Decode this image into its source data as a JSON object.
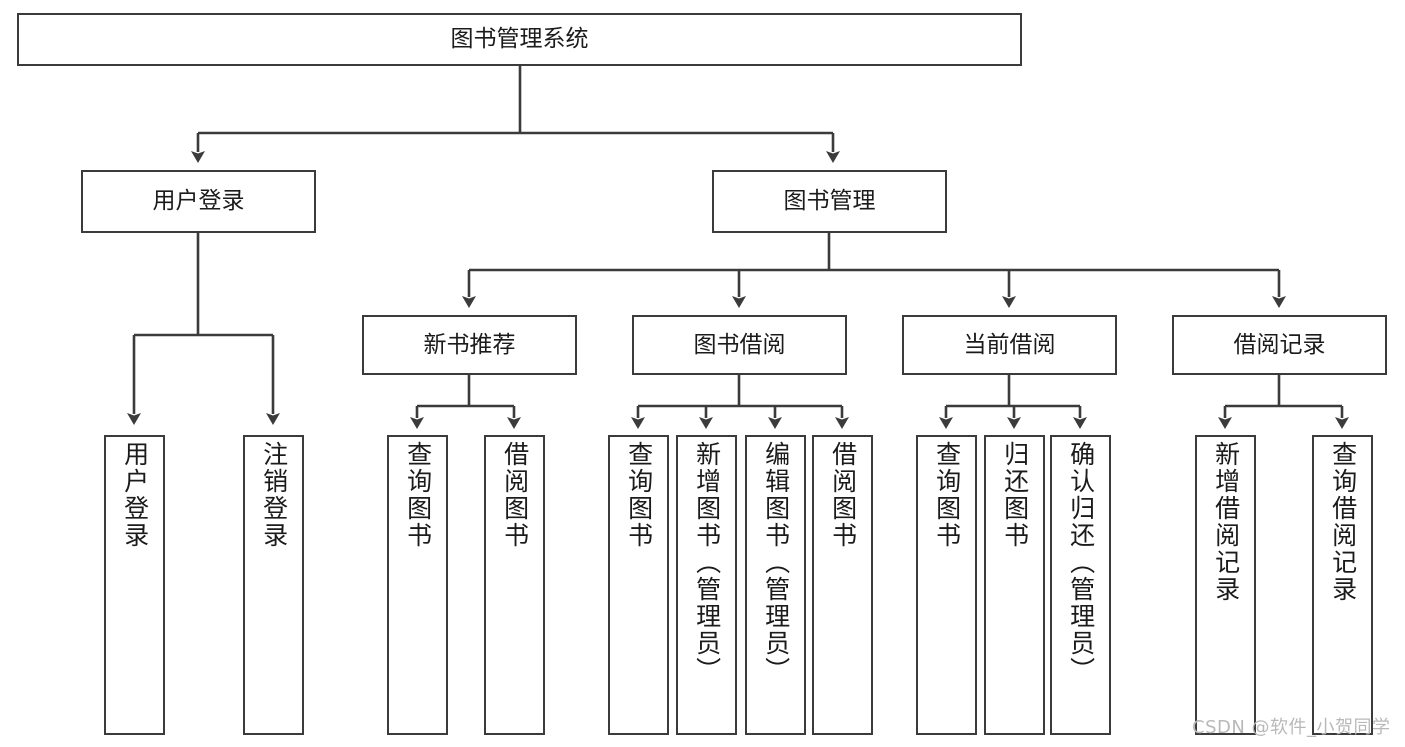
{
  "diagram": {
    "title": "图书管理系统",
    "type": "tree-hierarchy-chart",
    "watermark": "CSDN @软件_小贺同学",
    "colors": {
      "node_border": "#3b3b3b",
      "node_fill": "#ffffff",
      "edge": "#3b3b3b",
      "text": "#1b1b1b",
      "background": "#ffffff",
      "watermark": "#b9b9b9"
    },
    "nodes": {
      "root": {
        "label": "图书管理系统"
      },
      "level2": [
        {
          "id": "user-login",
          "label": "用户登录"
        },
        {
          "id": "book-manage",
          "label": "图书管理"
        }
      ],
      "level3": [
        {
          "id": "new-book-recommend",
          "label": "新书推荐"
        },
        {
          "id": "book-borrow",
          "label": "图书借阅"
        },
        {
          "id": "current-borrow",
          "label": "当前借阅"
        },
        {
          "id": "borrow-record",
          "label": "借阅记录"
        }
      ],
      "leaves": {
        "user_login": [
          {
            "id": "leaf-user-login",
            "label": "用户登录"
          },
          {
            "id": "leaf-logout-login",
            "label": "注销登录"
          }
        ],
        "new_book_recommend": [
          {
            "id": "leaf-query-book-1",
            "label": "查询图书"
          },
          {
            "id": "leaf-borrow-book-1",
            "label": "借阅图书"
          }
        ],
        "book_borrow": [
          {
            "id": "leaf-query-book-2",
            "label": "查询图书"
          },
          {
            "id": "leaf-add-book",
            "label": "新增图书（管理员）"
          },
          {
            "id": "leaf-edit-book",
            "label": "编辑图书（管理员）"
          },
          {
            "id": "leaf-borrow-book-2",
            "label": "借阅图书"
          }
        ],
        "current_borrow": [
          {
            "id": "leaf-query-book-3",
            "label": "查询图书"
          },
          {
            "id": "leaf-return-book",
            "label": "归还图书"
          },
          {
            "id": "leaf-confirm-return",
            "label": "确认归还（管理员）"
          }
        ],
        "borrow_record": [
          {
            "id": "leaf-add-record",
            "label": "新增借阅记录"
          },
          {
            "id": "leaf-query-record",
            "label": "查询借阅记录"
          }
        ]
      }
    }
  }
}
